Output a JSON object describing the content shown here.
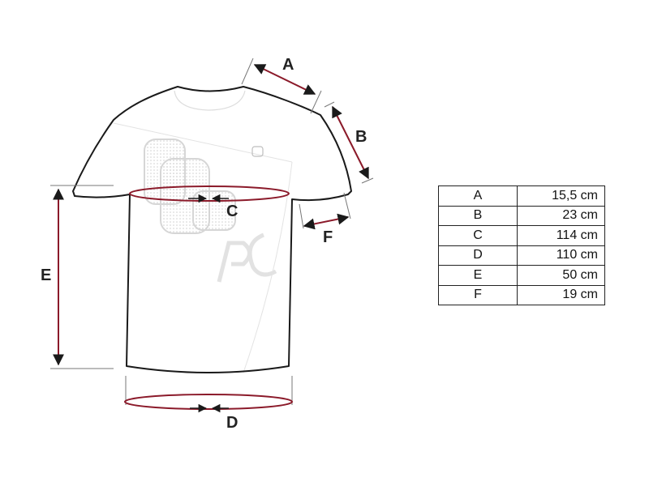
{
  "labels": {
    "a": "A",
    "b": "B",
    "c": "C",
    "d": "D",
    "e": "E",
    "f": "F"
  },
  "table": [
    {
      "key": "A",
      "value": "15,5 cm"
    },
    {
      "key": "B",
      "value": "23 cm"
    },
    {
      "key": "C",
      "value": "114 cm"
    },
    {
      "key": "D",
      "value": "110 cm"
    },
    {
      "key": "E",
      "value": "50 cm"
    },
    {
      "key": "F",
      "value": "19 cm"
    }
  ],
  "colors": {
    "measure": "#8b1a2a",
    "outline": "#1a1a1a",
    "guide": "#555555",
    "watermark": "#d9d9d9"
  }
}
